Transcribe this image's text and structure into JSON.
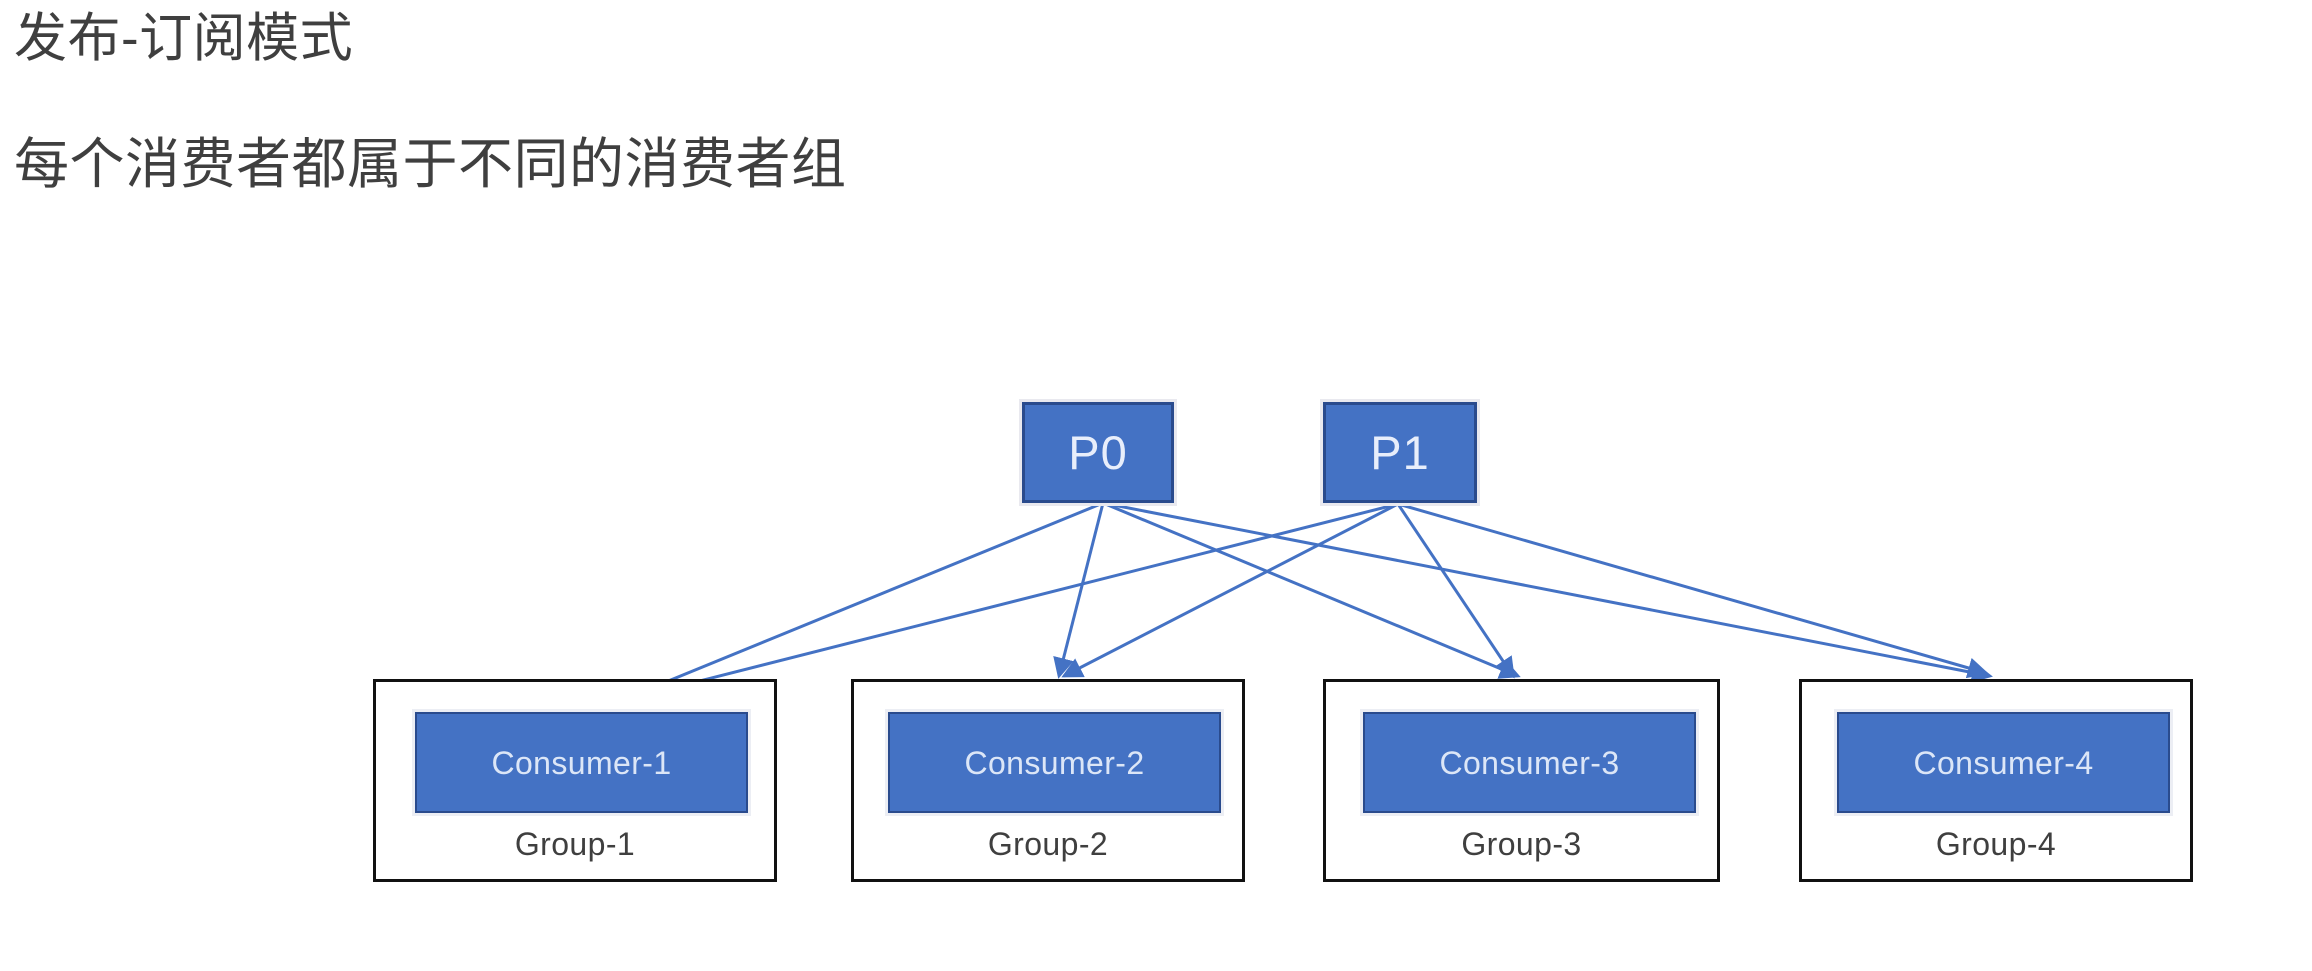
{
  "slide": {
    "title": "发布-订阅模式",
    "subtitle": "每个消费者都属于不同的消费者组",
    "background_color": "#ffffff",
    "accent_color": "#4472c4",
    "accent_border_color": "#2a4b8d",
    "connector_color": "#4472c4",
    "group_border_color": "#111111",
    "text_color": "#3f3f3f"
  },
  "partitions": [
    {
      "id": "p0",
      "label": "P0"
    },
    {
      "id": "p1",
      "label": "P1"
    }
  ],
  "groups": [
    {
      "id": "group-1",
      "consumer_label": "Consumer-1",
      "group_label": "Group-1"
    },
    {
      "id": "group-2",
      "consumer_label": "Consumer-2",
      "group_label": "Group-2"
    },
    {
      "id": "group-3",
      "consumer_label": "Consumer-3",
      "group_label": "Group-3"
    },
    {
      "id": "group-4",
      "consumer_label": "Consumer-4",
      "group_label": "Group-4"
    }
  ],
  "connections": [
    {
      "from": "P0",
      "to": "Consumer-1"
    },
    {
      "from": "P0",
      "to": "Consumer-2"
    },
    {
      "from": "P0",
      "to": "Consumer-3"
    },
    {
      "from": "P0",
      "to": "Consumer-4"
    },
    {
      "from": "P1",
      "to": "Consumer-1"
    },
    {
      "from": "P1",
      "to": "Consumer-2"
    },
    {
      "from": "P1",
      "to": "Consumer-3"
    },
    {
      "from": "P1",
      "to": "Consumer-4"
    }
  ]
}
